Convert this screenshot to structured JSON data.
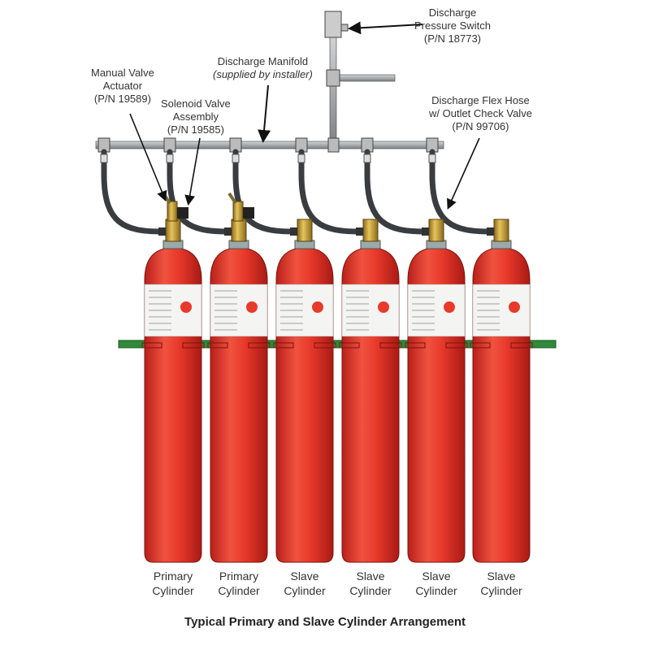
{
  "callouts": {
    "pressure_switch": [
      "Discharge",
      "Pressure Switch",
      "(P/N 18773)"
    ],
    "manifold": [
      "Discharge Manifold",
      "(supplied by installer)"
    ],
    "manual_actuator": [
      "Manual Valve",
      "Actuator",
      "(P/N 19589)"
    ],
    "solenoid": [
      "Solenoid Valve",
      "Assembly",
      "(P/N 19585)"
    ],
    "flex_hose": [
      "Discharge Flex Hose",
      "w/ Outlet Check Valve",
      "(P/N 99706)"
    ]
  },
  "cylinders": [
    {
      "line1": "Primary",
      "line2": "Cylinder",
      "actuated": true
    },
    {
      "line1": "Primary",
      "line2": "Cylinder",
      "actuated": true
    },
    {
      "line1": "Slave",
      "line2": "Cylinder",
      "actuated": false
    },
    {
      "line1": "Slave",
      "line2": "Cylinder",
      "actuated": false
    },
    {
      "line1": "Slave",
      "line2": "Cylinder",
      "actuated": false
    },
    {
      "line1": "Slave",
      "line2": "Cylinder",
      "actuated": false
    }
  ],
  "caption": "Typical Primary and Slave Cylinder Arrangement",
  "colors": {
    "cylinder": "#e8392b",
    "brass": "#c9a13a",
    "pipe": "#a9adb0",
    "hose": "#3a3d40",
    "bracket": "#2f8a3a"
  }
}
